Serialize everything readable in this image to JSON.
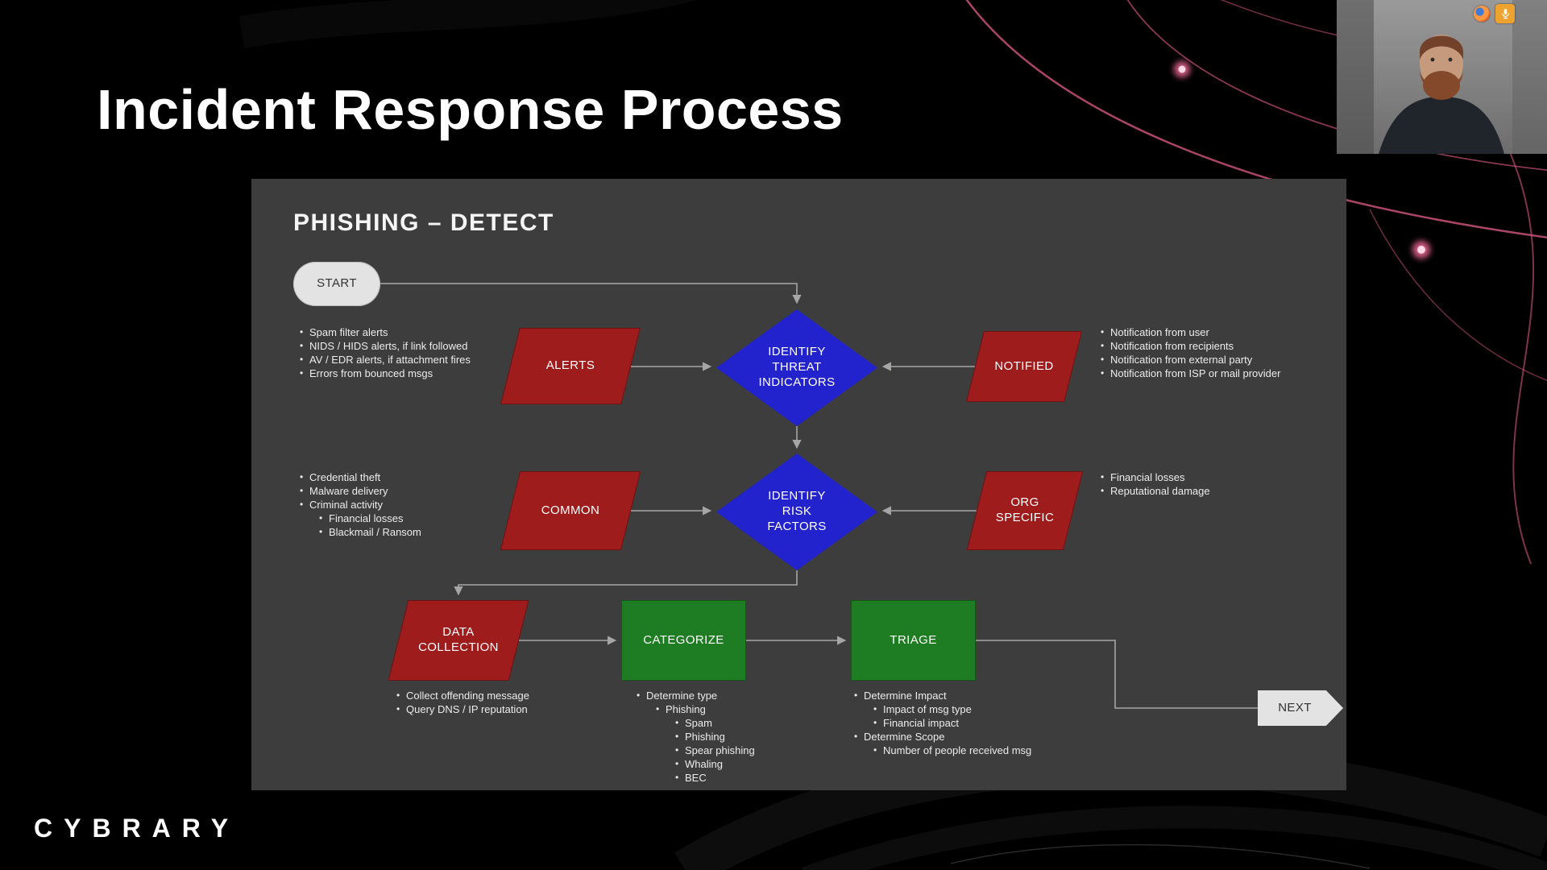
{
  "page": {
    "title": "Incident Response Process",
    "brand": "CYBRARY"
  },
  "top_right_icons": [
    {
      "name": "browser-icon"
    },
    {
      "name": "microphone-icon"
    }
  ],
  "colors": {
    "background": "#000000",
    "slide_background": "#3d3d3d",
    "node_red": "#9e1c1c",
    "node_blue": "#2323cd",
    "node_green": "#1e7c22",
    "node_gray": "#e3e3e3",
    "connector_gray": "#a6a6a6",
    "accent_pink": "#d4567f",
    "text_light": "#ececec"
  },
  "slide": {
    "heading": "PHISHING – DETECT",
    "nodes": {
      "start": "START",
      "alerts": "ALERTS",
      "identify_threat_indicators": "IDENTIFY THREAT INDICATORS",
      "notified": "NOTIFIED",
      "common": "COMMON",
      "identify_risk_factors": "IDENTIFY RISK FACTORS",
      "org_specific": "ORG SPECIFIC",
      "data_collection": "DATA COLLECTION",
      "categorize": "CATEGORIZE",
      "triage": "TRIAGE",
      "next": "NEXT"
    },
    "bullets": {
      "alerts": [
        {
          "text": "Spam filter alerts",
          "indent": 0
        },
        {
          "text": "NIDS / HIDS alerts, if link followed",
          "indent": 0
        },
        {
          "text": "AV / EDR alerts, if attachment fires",
          "indent": 0
        },
        {
          "text": "Errors from bounced msgs",
          "indent": 0
        }
      ],
      "notified": [
        {
          "text": "Notification from user",
          "indent": 0
        },
        {
          "text": "Notification from recipients",
          "indent": 0
        },
        {
          "text": "Notification from external party",
          "indent": 0
        },
        {
          "text": "Notification from ISP or mail provider",
          "indent": 0
        }
      ],
      "common": [
        {
          "text": "Credential theft",
          "indent": 0
        },
        {
          "text": "Malware delivery",
          "indent": 0
        },
        {
          "text": "Criminal activity",
          "indent": 0
        },
        {
          "text": "Financial losses",
          "indent": 1
        },
        {
          "text": "Blackmail / Ransom",
          "indent": 1
        }
      ],
      "org_specific": [
        {
          "text": "Financial losses",
          "indent": 0
        },
        {
          "text": "Reputational damage",
          "indent": 0
        }
      ],
      "data_collection": [
        {
          "text": "Collect offending message",
          "indent": 0
        },
        {
          "text": "Query DNS / IP reputation",
          "indent": 0
        }
      ],
      "categorize": [
        {
          "text": "Determine type",
          "indent": 0
        },
        {
          "text": "Phishing",
          "indent": 1
        },
        {
          "text": "Spam",
          "indent": 2
        },
        {
          "text": "Phishing",
          "indent": 2
        },
        {
          "text": "Spear phishing",
          "indent": 2
        },
        {
          "text": "Whaling",
          "indent": 2
        },
        {
          "text": "BEC",
          "indent": 2
        }
      ],
      "triage": [
        {
          "text": "Determine Impact",
          "indent": 0
        },
        {
          "text": "Impact of msg type",
          "indent": 1
        },
        {
          "text": "Financial impact",
          "indent": 1
        },
        {
          "text": "Determine Scope",
          "indent": 0
        },
        {
          "text": "Number of people received msg",
          "indent": 1
        }
      ]
    }
  }
}
